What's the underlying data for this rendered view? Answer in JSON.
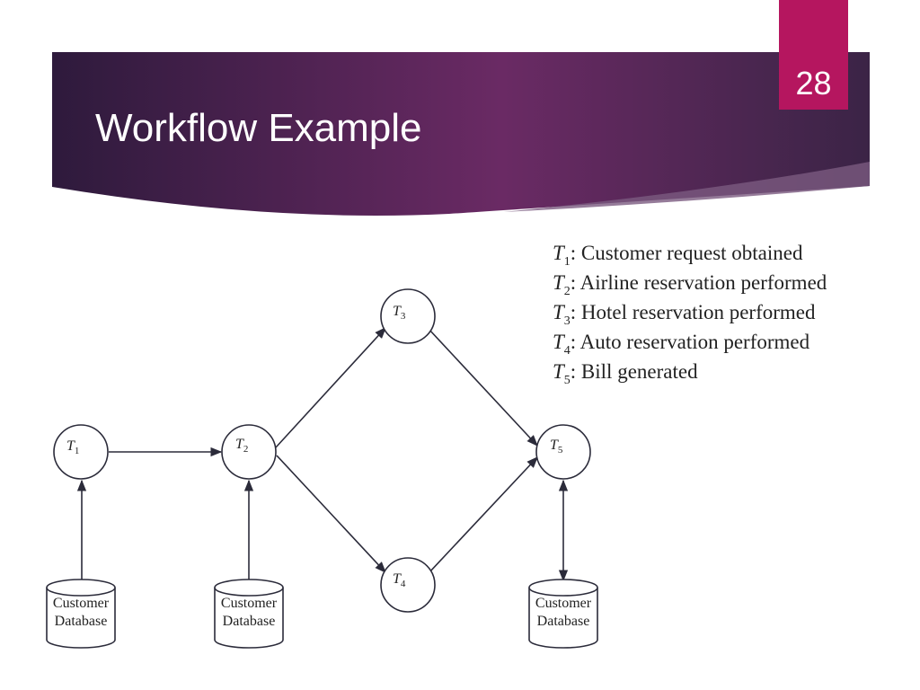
{
  "slide": {
    "number": "28",
    "title": "Workflow Example"
  },
  "colors": {
    "banner_dark": "#2e1a3c",
    "banner_mid": "#6a2a64",
    "banner_light": "#7a3a70",
    "accent": "#b5165f"
  },
  "legend": [
    {
      "letter": "T",
      "sub": "1",
      "text": ": Customer request obtained"
    },
    {
      "letter": "T",
      "sub": "2",
      "text": ":   Airline reservation performed"
    },
    {
      "letter": "T",
      "sub": "3",
      "text": ":   Hotel reservation performed"
    },
    {
      "letter": "T",
      "sub": "4",
      "text": ": Auto reservation performed"
    },
    {
      "letter": "T",
      "sub": "5",
      "text": ": Bill generated"
    }
  ],
  "tasks": [
    {
      "letter": "T",
      "sub": "1"
    },
    {
      "letter": "T",
      "sub": "2"
    },
    {
      "letter": "T",
      "sub": "3"
    },
    {
      "letter": "T",
      "sub": "4"
    },
    {
      "letter": "T",
      "sub": "5"
    }
  ],
  "databases": [
    {
      "line1": "Customer",
      "line2": "Database"
    },
    {
      "line1": "Customer",
      "line2": "Database"
    },
    {
      "line1": "Customer",
      "line2": "Database"
    }
  ],
  "edges": [
    {
      "from": "T1",
      "to": "T2"
    },
    {
      "from": "T2",
      "to": "T3"
    },
    {
      "from": "T2",
      "to": "T4"
    },
    {
      "from": "T3",
      "to": "T5"
    },
    {
      "from": "T4",
      "to": "T5"
    },
    {
      "from": "Customer Database 1",
      "to": "T1"
    },
    {
      "from": "Customer Database 2",
      "to": "T2"
    },
    {
      "from": "Customer Database 3",
      "to": "T5",
      "bidirectional": true
    }
  ]
}
